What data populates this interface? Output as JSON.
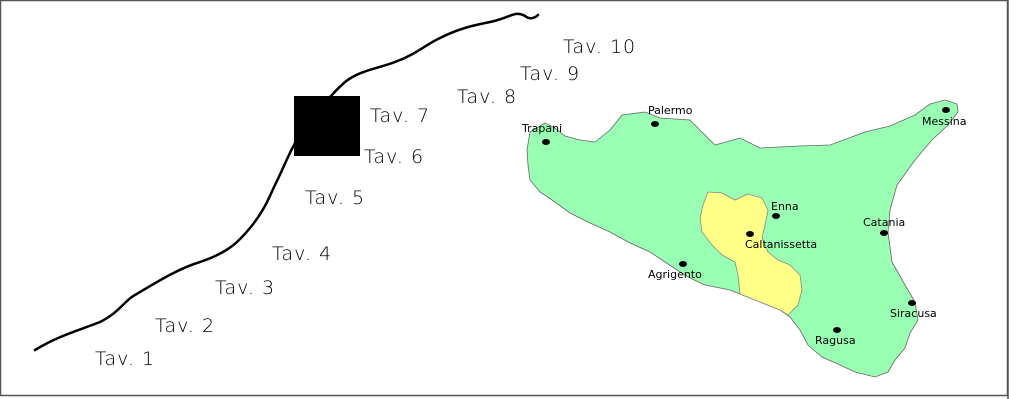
{
  "colors": {
    "background": "#ffffff",
    "border": "#555555",
    "line": "#000000",
    "marker_box": "#000000",
    "sicily_fill": "#99ffb3",
    "province_fill": "#ffff88",
    "city_dot": "#000000"
  },
  "sheets": [
    {
      "label": "Tav. 1"
    },
    {
      "label": "Tav. 2"
    },
    {
      "label": "Tav. 3"
    },
    {
      "label": "Tav. 4"
    },
    {
      "label": "Tav. 5"
    },
    {
      "label": "Tav. 6"
    },
    {
      "label": "Tav. 7"
    },
    {
      "label": "Tav. 8"
    },
    {
      "label": "Tav. 9"
    },
    {
      "label": "Tav. 10"
    }
  ],
  "cities": [
    {
      "name": "Palermo"
    },
    {
      "name": "Trapani"
    },
    {
      "name": "Messina"
    },
    {
      "name": "Enna"
    },
    {
      "name": "Caltanissetta"
    },
    {
      "name": "Catania"
    },
    {
      "name": "Agrigento"
    },
    {
      "name": "Siracusa"
    },
    {
      "name": "Ragusa"
    }
  ],
  "highlighted_province": "Caltanissetta"
}
